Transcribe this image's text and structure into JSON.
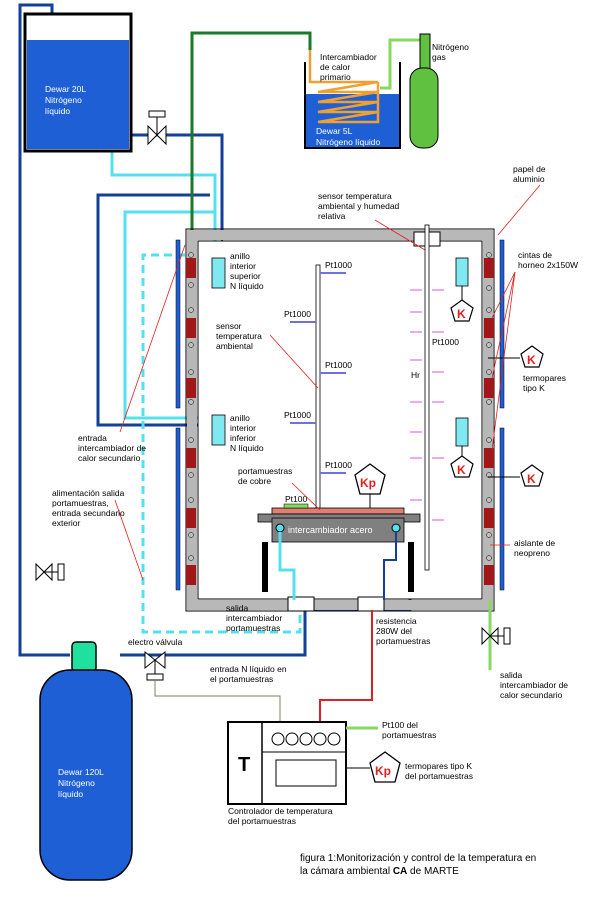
{
  "labels": {
    "dewar20": [
      "Dewar 20L",
      "Nitrógeno",
      "líquido"
    ],
    "dewar5": [
      "Dewar 5L",
      "Nitrógeno líquido"
    ],
    "dewar120": [
      "Dewar 120L",
      "Nitrógeno",
      "líquido"
    ],
    "intercambiador_primario": [
      "Intercambiador",
      "de calor",
      "primario"
    ],
    "nitrogeno_gas": [
      "Nitrógeno",
      "gas"
    ],
    "papel_aluminio": [
      "papel de",
      "aluminio"
    ],
    "sensor_hr": [
      "sensor temperatura",
      "ambiental y humedad",
      "relativa"
    ],
    "anillo_superior": [
      "anillo",
      "interior",
      "superior",
      "N líquido"
    ],
    "anillo_inferior": [
      "anillo",
      "interior",
      "inferior",
      "N líquido"
    ],
    "sensor_ambiental": [
      "sensor",
      "temperatura",
      "ambiental"
    ],
    "cintas": [
      "cintas de",
      "horneo 2x150W"
    ],
    "termopares": [
      "termopares",
      "tipo K"
    ],
    "entrada_intercambiador": [
      "entrada",
      "intercambiador de",
      "calor secundario"
    ],
    "alimentacion": [
      "alimentación salida",
      "portamuestras,",
      "entrada secundario",
      "exterior"
    ],
    "portamuestras_cobre": [
      "portamuestras",
      "de cobre"
    ],
    "aislante": [
      "aislante de",
      "neopreno"
    ],
    "salida_portamuestras": [
      "salida",
      "intercambiador",
      "portamuestras"
    ],
    "resistencia": [
      "resistencia",
      "280W del",
      "portamuestras"
    ],
    "electro_valvula": [
      "electro válvula"
    ],
    "entrada_n": [
      "entrada N líquido en",
      "el portamuestras"
    ],
    "salida_secundario": [
      "salida",
      "intercambiador de",
      "calor secundario"
    ],
    "pt100_label": [
      "Pt100 del",
      "portamuestras"
    ],
    "termopares_kp": [
      "termopares tipo K",
      "del portamuestras"
    ],
    "controlador": [
      "Controlador de temperatura",
      "del portamuestras"
    ],
    "pt1000": "Pt1000",
    "hr": "Hr",
    "pt100": "Pt100",
    "intercambiador_acero": "intercambiador acero",
    "k": "K",
    "kp": "Kp",
    "t": "T"
  },
  "caption": {
    "line1": "figura 1:Monitorización y control de la temperatura en",
    "line2_a": "la cámara ambiental ",
    "line2_b": "CA",
    "line2_c": " de MARTE"
  },
  "colors": {
    "liquid_blue": "#1f5fd6",
    "dark_blue_pipe": "#123f9a",
    "cyan_pipe": "#55e0f0",
    "green_pipe": "#1a7a2a",
    "light_green": "#88d860",
    "gas_bottle": "#60c040",
    "orange_coil": "#f0a030",
    "red_wire": "#e02020",
    "gray_wall": "#b8b8b8",
    "heater_red": "#a01818",
    "copper": "#e08070",
    "steel": "#808080",
    "teal_valve": "#20e0a0",
    "sensor_cyan": "#80e8f0"
  }
}
